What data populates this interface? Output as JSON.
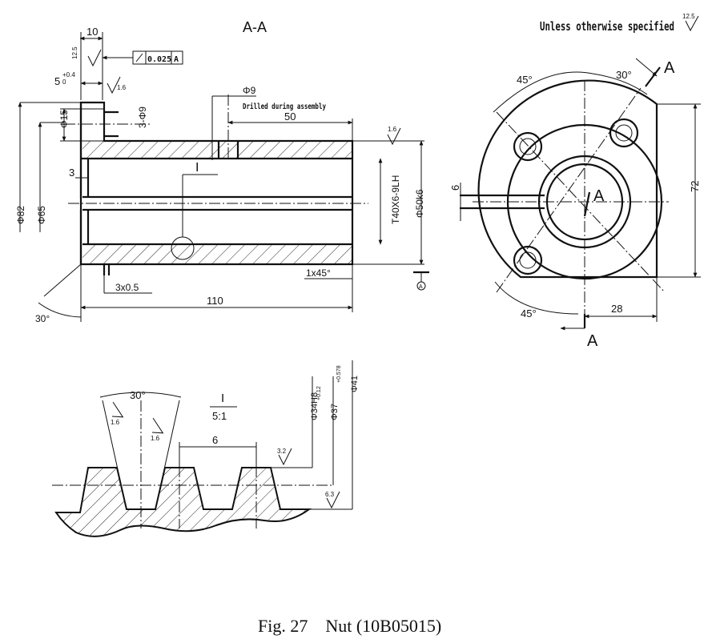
{
  "section_label": "A-A",
  "general_note": "Unless otherwise specified",
  "general_roughness": "12.5",
  "caption": "Fig. 27    Nut (10B05015)",
  "section_view": {
    "dims": {
      "flange_width": "10",
      "flange_height": "5",
      "flange_height_tol": "+0.4\n0",
      "runout_tol": "0.025",
      "datum_ref": "A",
      "hole_dia": "Φ9",
      "drill_note": "Drilled during assembly",
      "hole_position": "50",
      "pin_dia": "Φ15",
      "pin_qty": "3-Φ9",
      "thread_spec": "T40X6-9LH",
      "bore_dia": "Φ50k6",
      "outer_dia": "Φ82",
      "flange_dia": "Φ65",
      "groove_offset": "3",
      "groove": "3x0.5",
      "chamfer": "1x45°",
      "length": "110",
      "angle": "30°",
      "detail_marker": "I",
      "datum_label": "A"
    },
    "roughness": [
      "12.5",
      "1.6",
      "1.6"
    ]
  },
  "end_view": {
    "dims": {
      "angle_top_left": "45°",
      "angle_top": "30°",
      "angle_bottom": "45°",
      "height": "72",
      "slot_width": "6",
      "offset": "28",
      "cut_top": "A",
      "cut_bottom": "A",
      "center": "A"
    }
  },
  "detail_view": {
    "title": "I",
    "scale": "5:1",
    "thread_angle": "30°",
    "pitch": "6",
    "minor_dia": "Φ34H8",
    "pitch_dia": "Φ37",
    "pitch_tol": "+0.12\n0",
    "major_dia": "Φ41",
    "major_tol": "+0.578\n0",
    "roughness": [
      "1.6",
      "1.6",
      "3.2",
      "6.3"
    ]
  }
}
